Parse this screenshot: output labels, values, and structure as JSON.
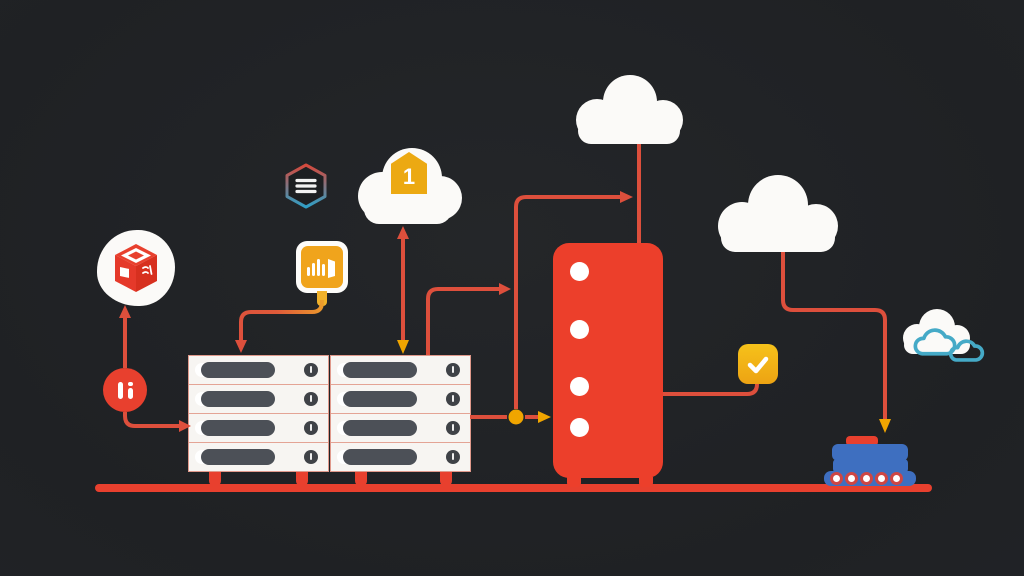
{
  "canvas": {
    "background": "#1f2124"
  },
  "colors": {
    "red_shape": "#e8402e",
    "red_line": "#dd4f3c",
    "amber": "#eca912",
    "yellow_accent": "#f0a500",
    "orange_icon": "#f0a41c",
    "blue_stack": "#3e6fc0",
    "teal": "#45aac7",
    "white": "#fbfaf8",
    "rack_bar": "#4c5057",
    "rack_divider": "#e4a495",
    "hexagon_gradient_top": "#d6493c",
    "hexagon_gradient_bottom": "#2e9fc6"
  },
  "nodes": {
    "cube_blob": {
      "icon": "package-cube-icon"
    },
    "pause_badge": {
      "icon": "pause-icon"
    },
    "hexagon_badge": {
      "icon": "list-hexagon-icon"
    },
    "stream_icon": {
      "icon": "data-stream-icon"
    },
    "cloud_one": {
      "badge_label": "1",
      "icon": "house-badge-cloud"
    },
    "big_cloud": {
      "icon": "cloud"
    },
    "right_cloud": {
      "icon": "cloud"
    },
    "small_cloud": {
      "icon": "cloud-sync-icon"
    },
    "rack_left": {
      "rows": 4
    },
    "rack_right": {
      "rows": 4
    },
    "tower": {
      "leds": 4
    },
    "check_badge": {
      "icon": "checkmark-icon"
    },
    "blue_stack": {
      "lights": 5
    }
  },
  "connectors": [
    {
      "from": "pause-badge",
      "to": "cube-blob",
      "arrow": "up",
      "color": "red"
    },
    {
      "from": "pause-badge",
      "to": "rack-left",
      "arrow": "right",
      "color": "red"
    },
    {
      "from": "stream-icon",
      "to": "rack-left",
      "arrow": "down",
      "color": "orange-to-red"
    },
    {
      "from": "rack-right",
      "to": "cloud-one",
      "arrow": "both",
      "up_arrow": "red",
      "down_arrow": "yellow"
    },
    {
      "from": "rack-right",
      "to": "junction-line",
      "arrow": "right",
      "color": "red"
    },
    {
      "from": "rack-right",
      "to": "junction-dot",
      "color": "red"
    },
    {
      "from": "junction-dot",
      "to": "tower",
      "arrow": "right",
      "color": "yellow"
    },
    {
      "from": "junction-dot",
      "to": "big-cloud-line",
      "arrow": "right",
      "color": "red"
    },
    {
      "from": "big-cloud",
      "to": "tower",
      "color": "red"
    },
    {
      "from": "tower",
      "to": "check-badge",
      "color": "red"
    },
    {
      "from": "right-cloud",
      "to": "blue-stack",
      "arrow": "down",
      "color": "red-with-yellow-tip"
    }
  ]
}
